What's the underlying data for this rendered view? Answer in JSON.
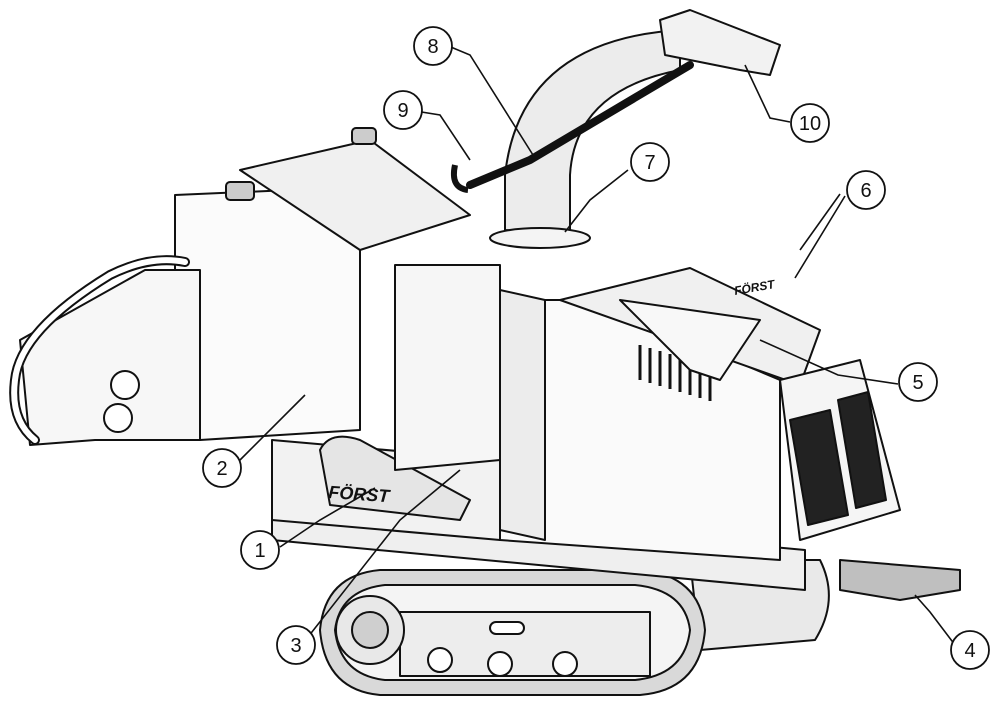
{
  "diagram": {
    "brand_labels": [
      "FÖRST",
      "FÖRST"
    ],
    "callouts": [
      {
        "id": "1",
        "label": "1"
      },
      {
        "id": "2",
        "label": "2"
      },
      {
        "id": "3",
        "label": "3"
      },
      {
        "id": "4",
        "label": "4"
      },
      {
        "id": "5",
        "label": "5"
      },
      {
        "id": "6",
        "label": "6"
      },
      {
        "id": "7",
        "label": "7"
      },
      {
        "id": "8",
        "label": "8"
      },
      {
        "id": "9",
        "label": "9"
      },
      {
        "id": "10",
        "label": "10"
      }
    ]
  }
}
